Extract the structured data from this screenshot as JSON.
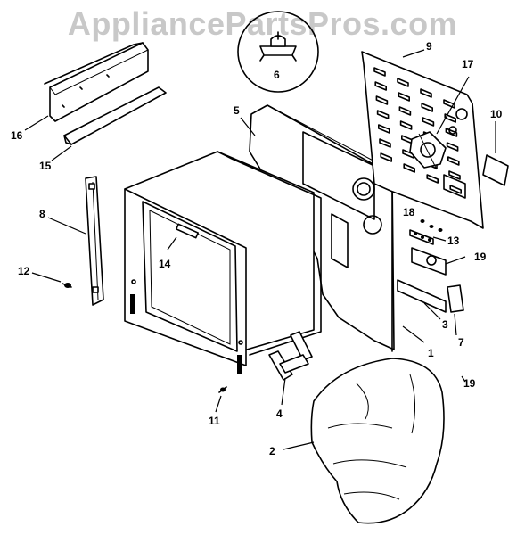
{
  "watermark": "AppliancePartsPros.com",
  "callouts": {
    "p1": "1",
    "p2": "2",
    "p3": "3",
    "p4": "4",
    "p5": "5",
    "p6": "6",
    "p7": "7",
    "p8": "8",
    "p9": "9",
    "p10": "10",
    "p11": "11",
    "p12": "12",
    "p13": "13",
    "p14": "14",
    "p15": "15",
    "p16": "16",
    "p17": "17",
    "p18": "18",
    "p19a": "19",
    "p19b": "19"
  },
  "colors": {
    "line": "#000000",
    "background": "#ffffff",
    "watermark": "#c8c8c8"
  }
}
